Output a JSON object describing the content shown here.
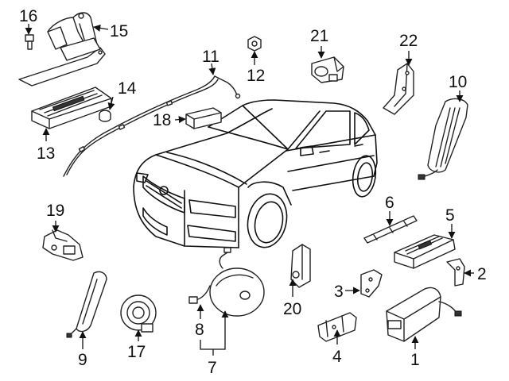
{
  "labels": {
    "p1": "1",
    "p2": "2",
    "p3": "3",
    "p4": "4",
    "p5": "5",
    "p6": "6",
    "p7": "7",
    "p8": "8",
    "p9": "9",
    "p10": "10",
    "p11": "11",
    "p12": "12",
    "p13": "13",
    "p14": "14",
    "p15": "15",
    "p16": "16",
    "p17": "17",
    "p18": "18",
    "p19": "19",
    "p20": "20",
    "p21": "21",
    "p22": "22"
  }
}
